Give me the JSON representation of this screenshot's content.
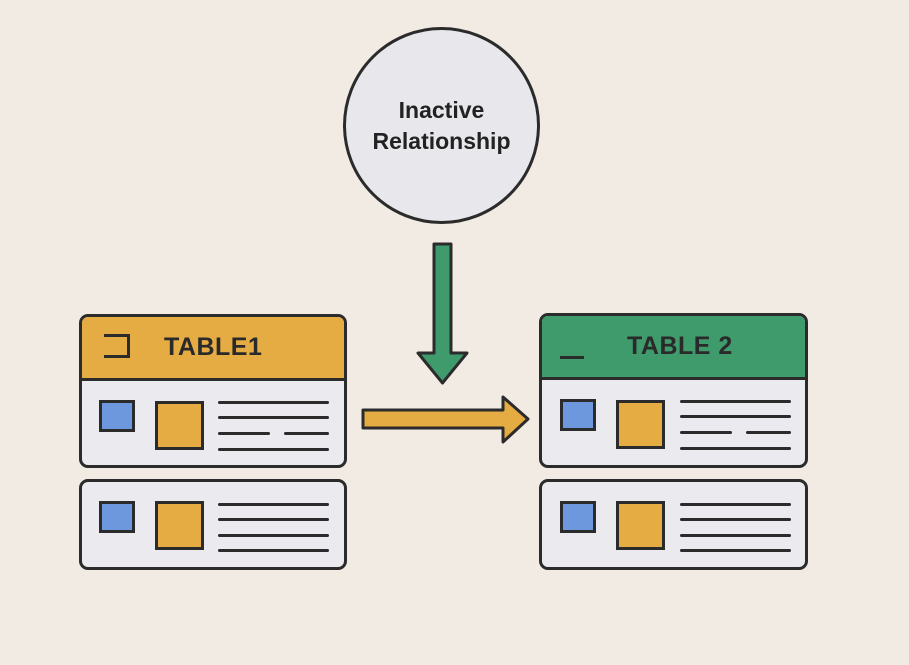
{
  "relationship": {
    "line1": "Inactive",
    "line2": "Relationship"
  },
  "table1": {
    "title": "TABLE1",
    "header_color": "#e5ac43"
  },
  "table2": {
    "title": "TABLE 2",
    "header_color": "#3f9a6c"
  },
  "colors": {
    "background": "#f2ebe4",
    "down_arrow": "#3f9a6c",
    "right_arrow": "#e5ac43",
    "outline": "#2b2b2b",
    "row_fill": "#ebeaee",
    "key_square": "#6d98de",
    "field_square": "#e5ac43"
  },
  "icons": {
    "table1_header": "bracket-icon",
    "table2_header": "underscore-icon",
    "down_arrow": "arrow-down-icon",
    "right_arrow": "arrow-right-icon"
  }
}
